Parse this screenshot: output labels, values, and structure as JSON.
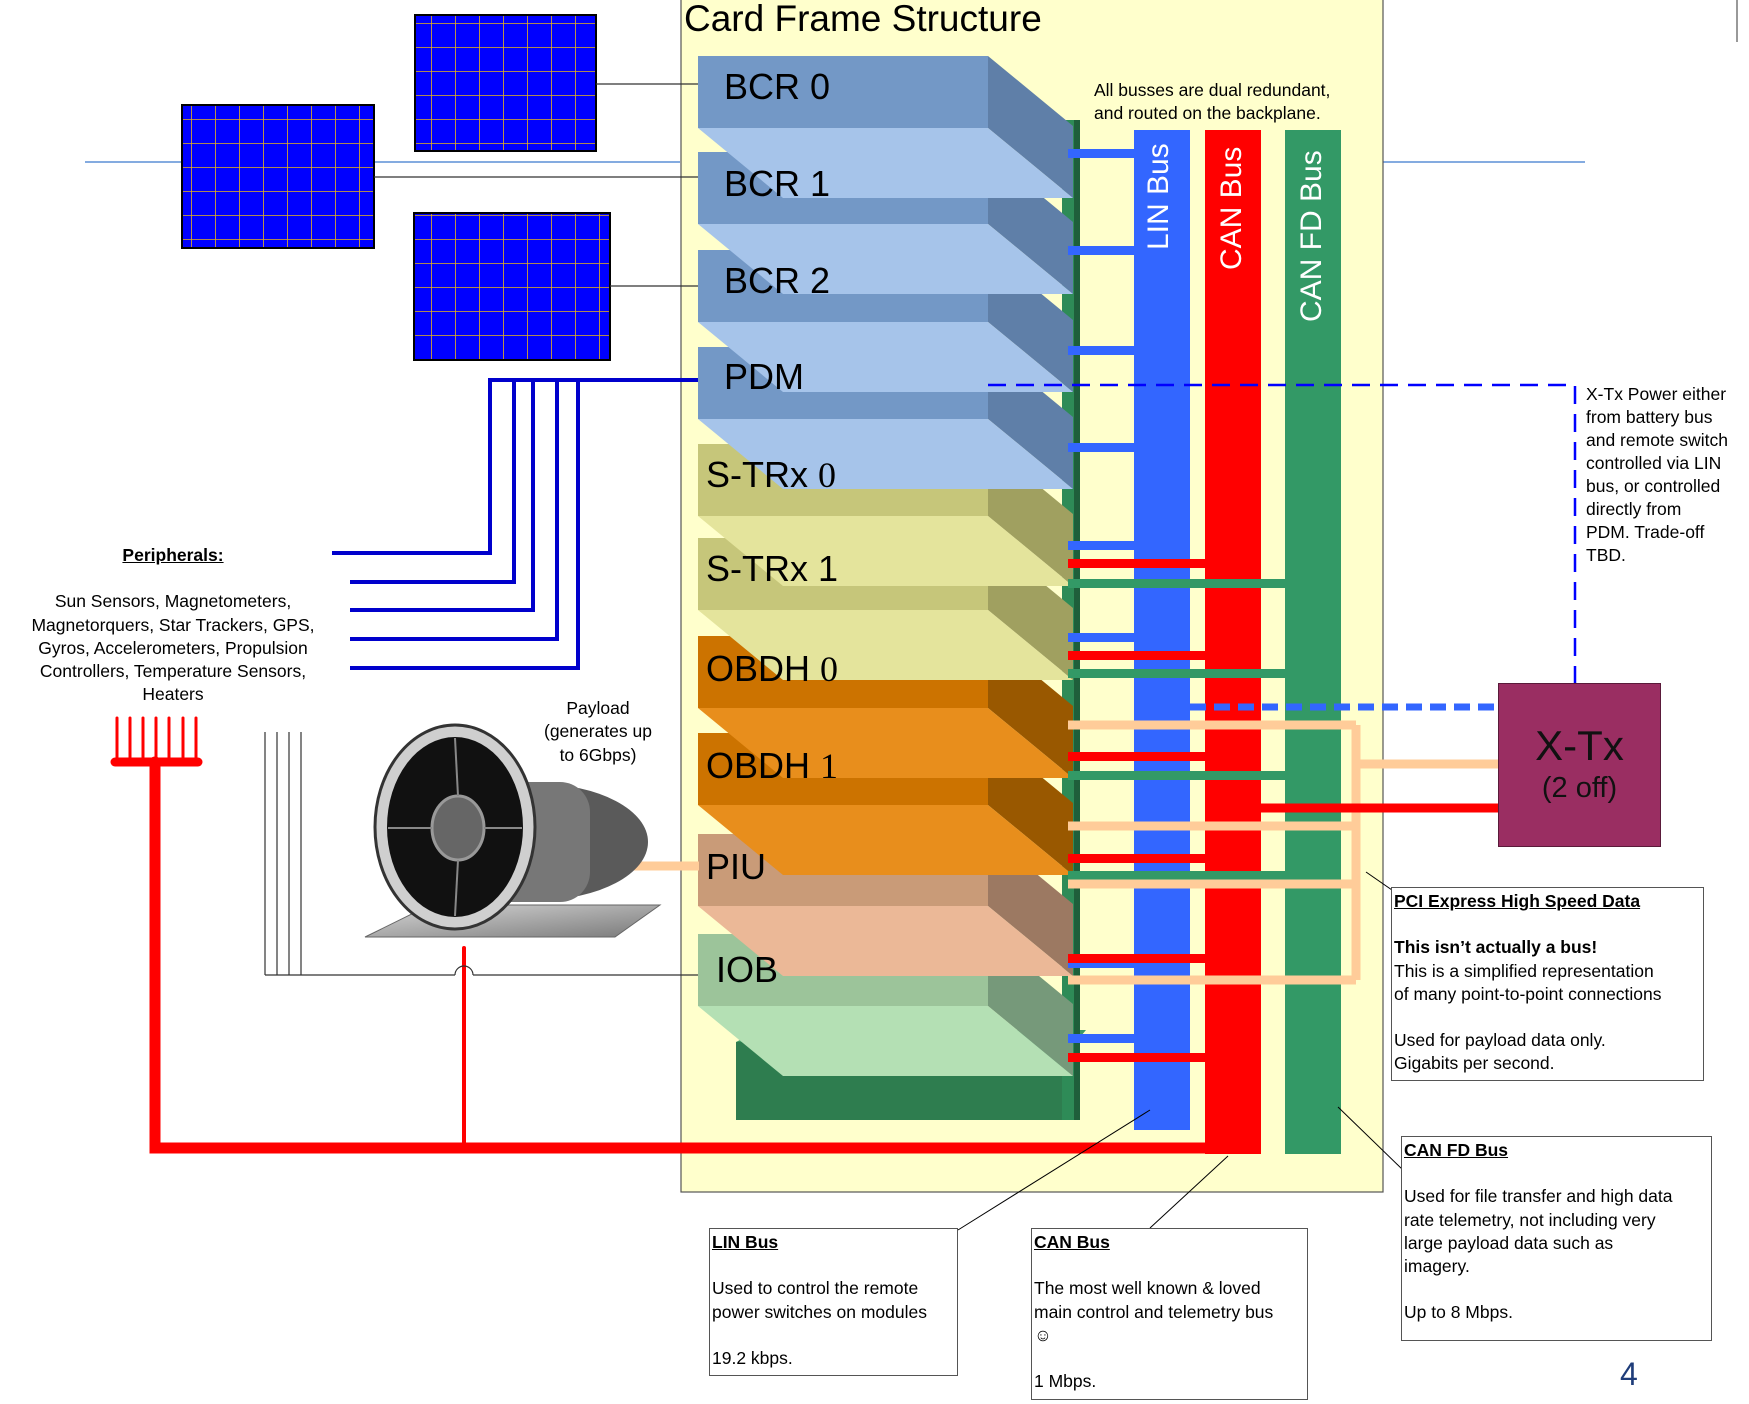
{
  "frame": {
    "title": "Card Frame Structure"
  },
  "cards": [
    {
      "id": "bcr0",
      "label": "BCR 0"
    },
    {
      "id": "bcr1",
      "label": "BCR 1"
    },
    {
      "id": "bcr2",
      "label": "BCR 2"
    },
    {
      "id": "pdm",
      "label": "PDM"
    },
    {
      "id": "strx0",
      "label": "S-TRx",
      "num": "0"
    },
    {
      "id": "strx1",
      "label": "S-TRx 1"
    },
    {
      "id": "obdh0",
      "label": "OBDH",
      "num": "0"
    },
    {
      "id": "obdh1",
      "label": "OBDH",
      "num": "1"
    },
    {
      "id": "piu",
      "label": "PIU"
    },
    {
      "id": "iob",
      "label": "IOB"
    }
  ],
  "buses": {
    "note_line1": "All busses are dual redundant,",
    "note_line2": "and routed on the backplane.",
    "lin": {
      "label": "LIN Bus",
      "color": "#3366ff"
    },
    "can": {
      "label": "CAN Bus",
      "color": "#ff0000"
    },
    "canfd": {
      "label": "CAN FD Bus",
      "color": "#339966"
    }
  },
  "xtx": {
    "title": "X-Tx",
    "subtitle": "(2 off)",
    "color": "#9a2e62"
  },
  "xtx_power_note": [
    "X-Tx Power either",
    "from battery bus",
    "and remote switch",
    "controlled via LIN",
    "bus, or controlled",
    "directly from",
    "PDM. Trade-off",
    "TBD."
  ],
  "peripherals": {
    "heading": "Peripherals:",
    "lines": [
      "Sun Sensors, Magnetometers,",
      "Magnetorquers, Star Trackers, GPS,",
      "Gyros, Accelerometers, Propulsion",
      "Controllers, Temperature Sensors,",
      "Heaters"
    ]
  },
  "payload": {
    "lines": [
      "Payload",
      "(generates up",
      "to 6Gbps)"
    ]
  },
  "pci_box": {
    "heading": "PCI Express High Speed Data",
    "bold_line": "This isn’t actually a bus!",
    "line1": "This is a simplified representation",
    "line2": "of many point-to-point connections",
    "line3": "Used for payload data only.",
    "line4": "Gigabits per second."
  },
  "canfd_box": {
    "heading": "CAN FD Bus",
    "line1": "Used for file transfer and high data",
    "line2": "rate telemetry, not including very",
    "line3": "large payload data such as",
    "line4": "imagery.",
    "line5": "Up to 8 Mbps."
  },
  "lin_box": {
    "heading": "LIN Bus",
    "line1": "Used to control the remote",
    "line2": "power switches on modules",
    "line3": "19.2 kbps."
  },
  "can_box": {
    "heading": "CAN Bus",
    "line1": "The most well known & loved",
    "line2": "main control and telemetry bus",
    "line3": "☺",
    "line4": "1 Mbps."
  },
  "page_number": "4"
}
